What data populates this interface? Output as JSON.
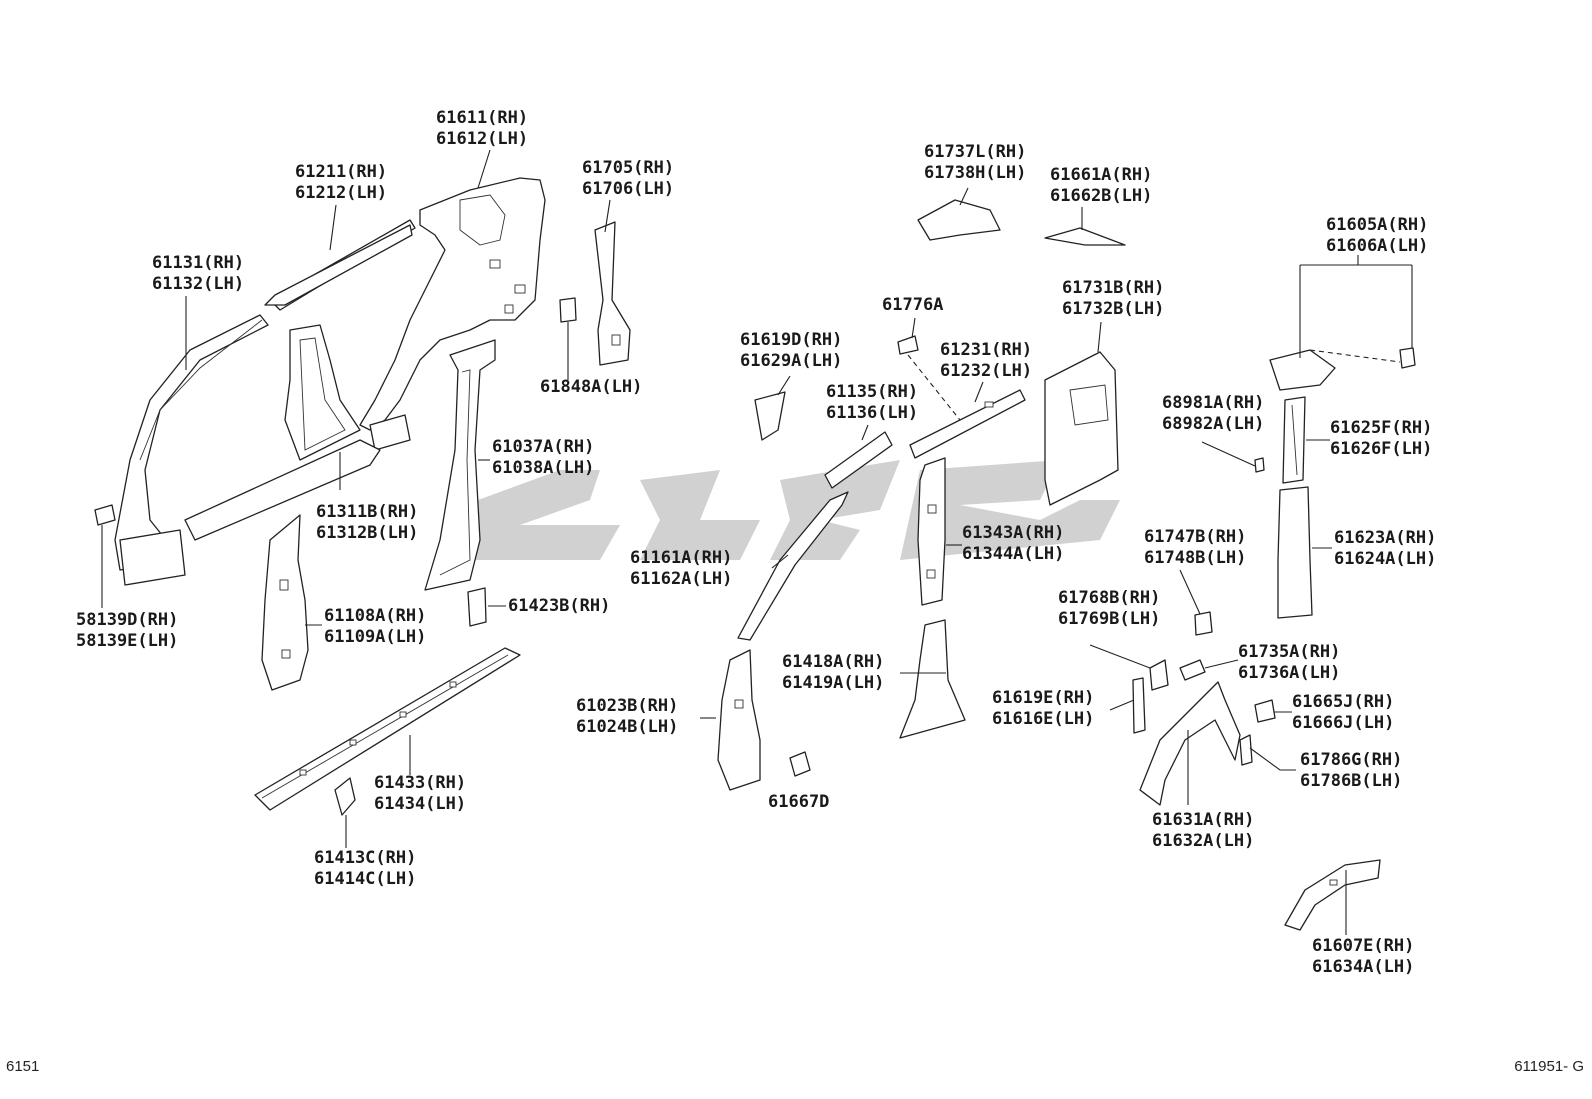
{
  "diagram": {
    "footer_left": "6151",
    "footer_right": "611951- G",
    "callouts": [
      {
        "id": "c61611",
        "lines": [
          "61611(RH)",
          "61612(LH)"
        ]
      },
      {
        "id": "c61211",
        "lines": [
          "61211(RH)",
          "61212(LH)"
        ]
      },
      {
        "id": "c61705",
        "lines": [
          "61705(RH)",
          "61706(LH)"
        ]
      },
      {
        "id": "c61131",
        "lines": [
          "61131(RH)",
          "61132(LH)"
        ]
      },
      {
        "id": "c61848",
        "lines": [
          "61848A(LH)"
        ]
      },
      {
        "id": "c61037",
        "lines": [
          "61037A(RH)",
          "61038A(LH)"
        ]
      },
      {
        "id": "c61311",
        "lines": [
          "61311B(RH)",
          "61312B(LH)"
        ]
      },
      {
        "id": "c58139",
        "lines": [
          "58139D(RH)",
          "58139E(LH)"
        ]
      },
      {
        "id": "c61108",
        "lines": [
          "61108A(RH)",
          "61109A(LH)"
        ]
      },
      {
        "id": "c61423",
        "lines": [
          "61423B(RH)"
        ]
      },
      {
        "id": "c61433",
        "lines": [
          "61433(RH)",
          "61434(LH)"
        ]
      },
      {
        "id": "c61413",
        "lines": [
          "61413C(RH)",
          "61414C(LH)"
        ]
      },
      {
        "id": "c61737",
        "lines": [
          "61737L(RH)",
          "61738H(LH)"
        ]
      },
      {
        "id": "c61661",
        "lines": [
          "61661A(RH)",
          "61662B(LH)"
        ]
      },
      {
        "id": "c61605",
        "lines": [
          "61605A(RH)",
          "61606A(LH)"
        ]
      },
      {
        "id": "c61776",
        "lines": [
          "61776A"
        ]
      },
      {
        "id": "c61731",
        "lines": [
          "61731B(RH)",
          "61732B(LH)"
        ]
      },
      {
        "id": "c61619d",
        "lines": [
          "61619D(RH)",
          "61629A(LH)"
        ]
      },
      {
        "id": "c61231",
        "lines": [
          "61231(RH)",
          "61232(LH)"
        ]
      },
      {
        "id": "c61135",
        "lines": [
          "61135(RH)",
          "61136(LH)"
        ]
      },
      {
        "id": "c68981",
        "lines": [
          "68981A(RH)",
          "68982A(LH)"
        ]
      },
      {
        "id": "c61625",
        "lines": [
          "61625F(RH)",
          "61626F(LH)"
        ]
      },
      {
        "id": "c61343",
        "lines": [
          "61343A(RH)",
          "61344A(LH)"
        ]
      },
      {
        "id": "c61623",
        "lines": [
          "61623A(RH)",
          "61624A(LH)"
        ]
      },
      {
        "id": "c61747",
        "lines": [
          "61747B(RH)",
          "61748B(LH)"
        ]
      },
      {
        "id": "c61161",
        "lines": [
          "61161A(RH)",
          "61162A(LH)"
        ]
      },
      {
        "id": "c61768",
        "lines": [
          "61768B(RH)",
          "61769B(LH)"
        ]
      },
      {
        "id": "c61735",
        "lines": [
          "61735A(RH)",
          "61736A(LH)"
        ]
      },
      {
        "id": "c61418",
        "lines": [
          "61418A(RH)",
          "61419A(LH)"
        ]
      },
      {
        "id": "c61619e",
        "lines": [
          "61619E(RH)",
          "61616E(LH)"
        ]
      },
      {
        "id": "c61665",
        "lines": [
          "61665J(RH)",
          "61666J(LH)"
        ]
      },
      {
        "id": "c61023",
        "lines": [
          "61023B(RH)",
          "61024B(LH)"
        ]
      },
      {
        "id": "c61786",
        "lines": [
          "61786G(RH)",
          "61786B(LH)"
        ]
      },
      {
        "id": "c61667",
        "lines": [
          "61667D"
        ]
      },
      {
        "id": "c61631",
        "lines": [
          "61631A(RH)",
          "61632A(LH)"
        ]
      },
      {
        "id": "c61607",
        "lines": [
          "61607E(RH)",
          "61634A(LH)"
        ]
      }
    ]
  }
}
